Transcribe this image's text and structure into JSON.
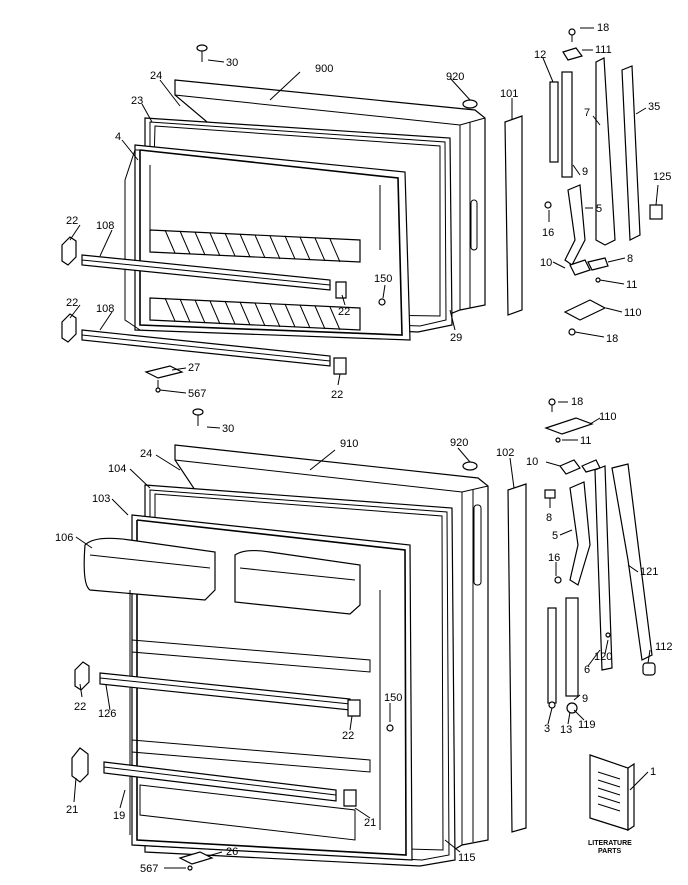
{
  "parts": {
    "top": {
      "p30": "30",
      "p900": "900",
      "p920": "920",
      "p24": "24",
      "p23": "23",
      "p4": "4",
      "p101": "101",
      "p18a": "18",
      "p111": "111",
      "p12": "12",
      "p7": "7",
      "p35": "35",
      "p9": "9",
      "p125": "125",
      "p16": "16",
      "p5": "5",
      "p10": "10",
      "p8": "8",
      "p11": "11",
      "p110": "110",
      "p18b": "18",
      "p22a": "22",
      "p108a": "108",
      "p150": "150",
      "p22b": "22",
      "p29": "29",
      "p22c": "22",
      "p108b": "108",
      "p27": "27",
      "p567": "567",
      "p22d": "22"
    },
    "bottom": {
      "p18": "18",
      "p110": "110",
      "p11": "11",
      "p30": "30",
      "p910": "910",
      "p920": "920",
      "p102": "102",
      "p24": "24",
      "p10": "10",
      "p104": "104",
      "p8": "8",
      "p103": "103",
      "p5": "5",
      "p106": "106",
      "p16": "16",
      "p121": "121",
      "p112": "112",
      "p120": "120",
      "p6": "6",
      "p22a": "22",
      "p126": "126",
      "p150": "150",
      "p9": "9",
      "p22b": "22",
      "p3": "3",
      "p13": "13",
      "p119": "119",
      "p1": "1",
      "p21a": "21",
      "p19": "19",
      "p21b": "21",
      "p115": "115",
      "p567": "567",
      "p26": "26"
    }
  },
  "literature": {
    "line1": "LITERATURE",
    "line2": "PARTS"
  }
}
